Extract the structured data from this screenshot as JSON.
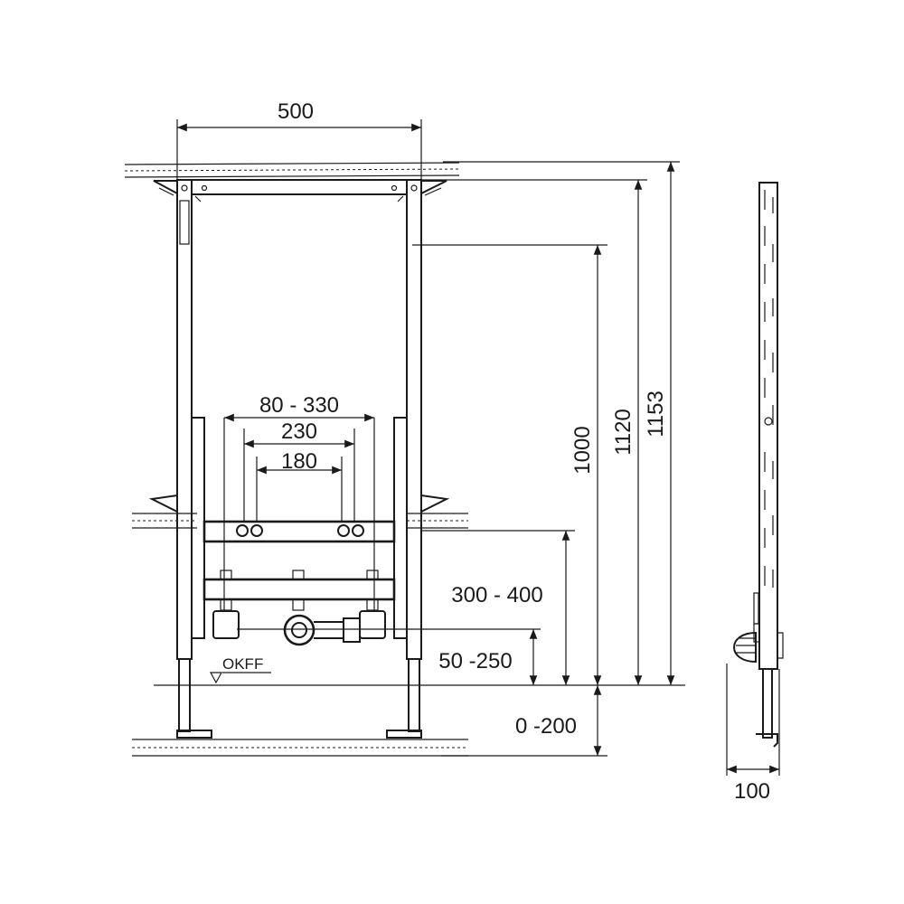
{
  "dimensions": {
    "frame_width": "500",
    "mount_width_range": "80 - 330",
    "mount_spacing_outer": "230",
    "mount_spacing_inner": "180",
    "height_to_mid": "1000",
    "height_to_top_bar": "1120",
    "height_total": "1153",
    "supply_height_range": "300 - 400",
    "drain_height_range": "50 -250",
    "floor_build_range": "0 -200",
    "frame_depth": "100"
  },
  "labels": {
    "finished_floor": "OKFF"
  }
}
